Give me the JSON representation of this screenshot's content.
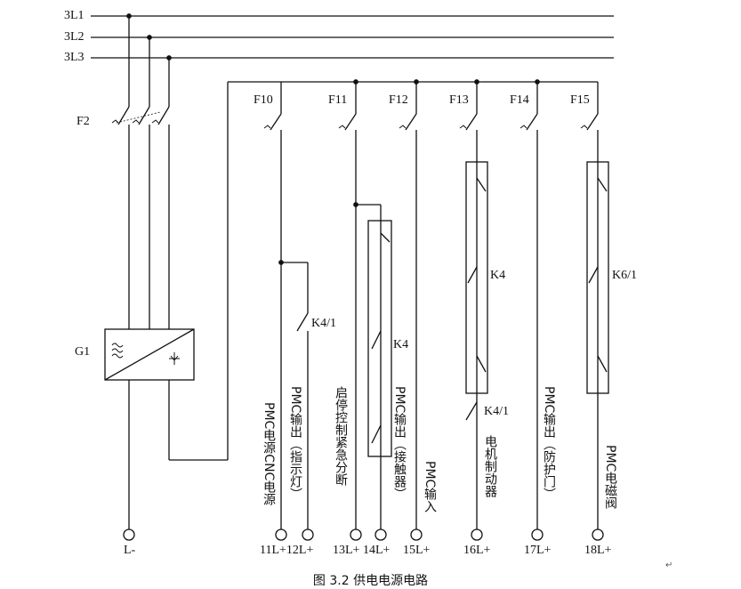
{
  "buses": [
    "3L1",
    "3L2",
    "3L3"
  ],
  "fuses": {
    "f2": "F2",
    "f10": "F10",
    "f11": "F11",
    "f12": "F12",
    "f13": "F13",
    "f14": "F14",
    "f15": "F15"
  },
  "power_supply": "G1",
  "contacts": {
    "k4_1_a": "K4/1",
    "k4_box": "K4",
    "k4_mid": "K4",
    "k6_1": "K6/1",
    "k4_1_b": "K4/1"
  },
  "outputs": {
    "pmc_cnc": "PMC电源CNC电源",
    "pmc_lamp": "PMC输出（指示灯）",
    "estop": "启停控制紧急分断",
    "pmc_contactor": "PMC输出（接触器）",
    "pmc_input": "PMC输入",
    "motor_brake": "电机制动器",
    "pmc_door": "PMC输出（防护门）",
    "pmc_valve": "PMC电磁阀"
  },
  "terminals": {
    "l_minus": "L-",
    "t11_12": "11L+12L+",
    "t13_14": "13L+ 14L+",
    "t15": "15L+",
    "t16": "16L+",
    "t17": "17L+",
    "t18": "18L+"
  },
  "caption": "图 3.2  供电电源电路"
}
